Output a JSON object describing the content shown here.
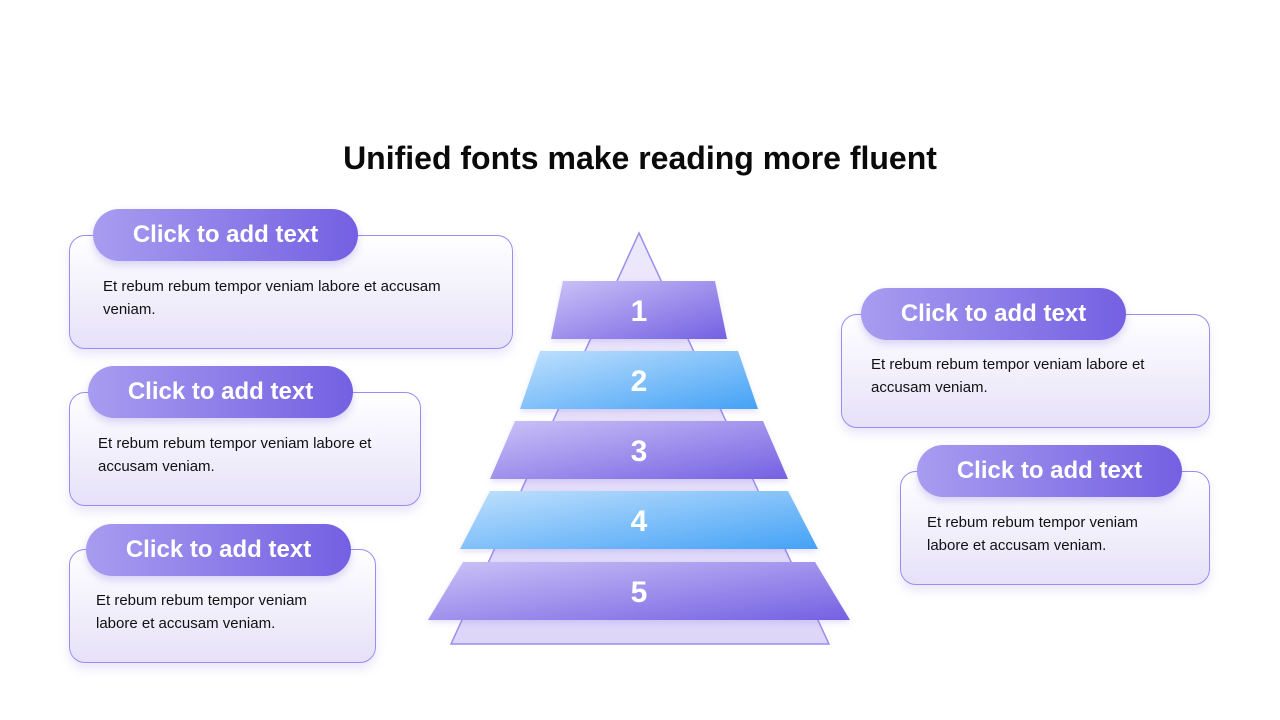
{
  "title": "Unified fonts make reading more fluent",
  "colors": {
    "purple_light": "#c4baf6",
    "purple_dark": "#7460e2",
    "blue_light": "#b8dcfc",
    "blue_dark": "#4aa6f7",
    "border": "#9c8cf0"
  },
  "pyramid": {
    "levels": [
      "1",
      "2",
      "3",
      "4",
      "5"
    ]
  },
  "cards": [
    {
      "heading": "Click to add text",
      "body": "Et rebum rebum tempor veniam labore et accusam veniam."
    },
    {
      "heading": "Click to add text",
      "body": "Et rebum rebum tempor veniam labore et accusam veniam."
    },
    {
      "heading": "Click to add text",
      "body": "Et rebum rebum tempor veniam labore et accusam veniam."
    },
    {
      "heading": "Click to add text",
      "body": "Et rebum rebum tempor veniam labore et accusam veniam."
    },
    {
      "heading": "Click to add text",
      "body": "Et rebum rebum tempor veniam labore et accusam veniam."
    }
  ]
}
